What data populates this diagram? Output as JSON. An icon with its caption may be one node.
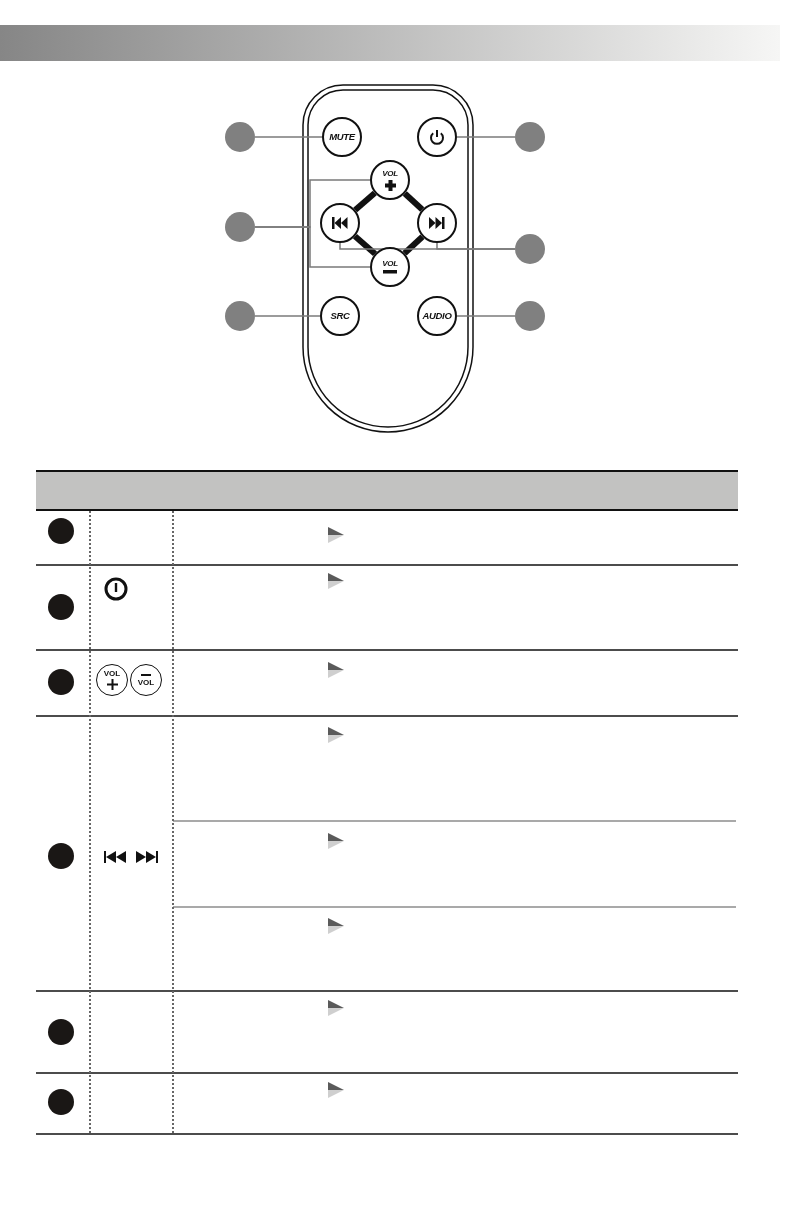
{
  "diagram": {
    "nodes": [
      {
        "text": [],
        "shape": "bar"
      },
      {
        "text": [],
        "shape": "circle"
      },
      {
        "text": [
          "MUTE"
        ]
      },
      {
        "text": [],
        "shape": "circle"
      },
      {
        "text": [],
        "shape": "circle"
      },
      {
        "text": [
          "VOL"
        ]
      },
      {
        "text": [],
        "shape": "circle"
      },
      {
        "text": [],
        "shape": "circle"
      },
      {
        "text": [],
        "shape": "circle"
      },
      {
        "text": [],
        "shape": "circle"
      },
      {
        "text": [
          "VOL"
        ]
      },
      {
        "text": [],
        "shape": "circle"
      },
      {
        "text": [
          "SRC"
        ]
      },
      {
        "text": [
          "AUDIO"
        ]
      },
      {
        "text": [],
        "shape": "circle"
      }
    ],
    "edges": [
      {
        "from": 1,
        "to": 2,
        "arrow": "none"
      },
      {
        "from": 4,
        "to": 3,
        "arrow": "none"
      },
      {
        "from": 6,
        "to": 5,
        "arrow": "none"
      },
      {
        "from": 6,
        "to": 10,
        "arrow": "none"
      },
      {
        "from": 5,
        "to": 7,
        "arrow": "none",
        "style": "thick",
        "color": "#111111"
      },
      {
        "from": 5,
        "to": 8,
        "arrow": "none",
        "style": "thick",
        "color": "#111111"
      },
      {
        "from": 7,
        "to": 10,
        "arrow": "none",
        "style": "thick",
        "color": "#111111"
      },
      {
        "from": 8,
        "to": 10,
        "arrow": "none",
        "style": "thick",
        "color": "#111111"
      },
      {
        "from": 9,
        "to": 7,
        "arrow": "none"
      },
      {
        "from": 9,
        "to": 8,
        "arrow": "none"
      },
      {
        "from": 11,
        "to": 12,
        "arrow": "none"
      },
      {
        "from": 14,
        "to": 13,
        "arrow": "none"
      }
    ],
    "labels": [
      "VOL",
      "VOL"
    ]
  }
}
